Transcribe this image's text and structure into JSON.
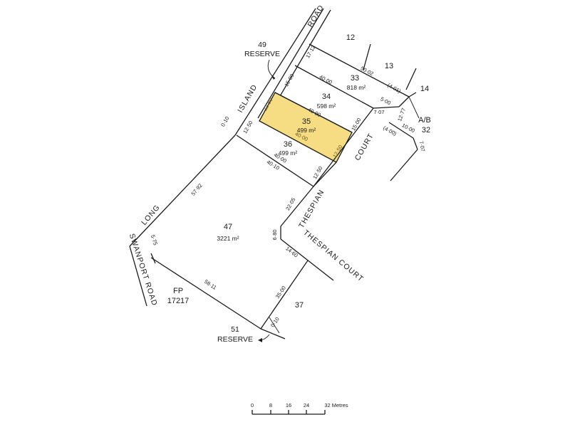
{
  "colors": {
    "highlight": "#f6dc83",
    "line": "#1a1a1a",
    "background": "#ffffff"
  },
  "lots": {
    "l12": "12",
    "l13": "13",
    "l14": "14",
    "l32": "32",
    "l33": "33",
    "l33_area": "818 m²",
    "l34": "34",
    "l34_area": "598 m²",
    "l35": "35",
    "l35_area": "499 m²",
    "l36": "36",
    "l36_area": "499 m²",
    "l47": "47",
    "l47_area": "3221 m²",
    "l37": "37",
    "ab": "A/B",
    "fp_line1": "FP",
    "fp_line2": "17217"
  },
  "reserves": {
    "r49_num": "49",
    "r49_word": "RESERVE",
    "r51_num": "51",
    "r51_word": "RESERVE"
  },
  "streets": {
    "road": "ROAD",
    "island": "ISLAND",
    "long": "LONG",
    "swanport_road": "SWANPORT ROAD",
    "court": "COURT",
    "thespian": "THESPIAN",
    "thespian_court": "THESPIAN COURT"
  },
  "dims": {
    "d17_12": "17·12",
    "d15_00a": "15·00",
    "d50_02": "50·02",
    "d40_00a": "40·00",
    "d4_01": "(4·01)",
    "d5_00": "5·00",
    "d12_77": "12·77",
    "d7_07a": "7·07",
    "d10_00": "10·00",
    "d4_00p": "(4·00)",
    "d7_07b": "7·07",
    "d12_50_35l": "12·50",
    "d40_00_35": "40·00",
    "d12_50_35r": "12·50",
    "d40_00_34": "40·00",
    "d0_10a": "0·10",
    "d12_50_36l": "12·50",
    "d15_00b": "15·00",
    "d40_10": "40·10",
    "d12_50_36b": "12·50",
    "d57_92": "57·92",
    "d22_05": "22·05",
    "d5_75": "5·75",
    "d6_80": "6·80",
    "d14_60": "14·60",
    "d58_11": "58·11",
    "d35_00": "35·00",
    "d0_10b": "0·10",
    "d40_00_36": "40·00"
  },
  "scale": {
    "ticks": [
      "0",
      "8",
      "16",
      "24",
      "32 Metres"
    ]
  }
}
